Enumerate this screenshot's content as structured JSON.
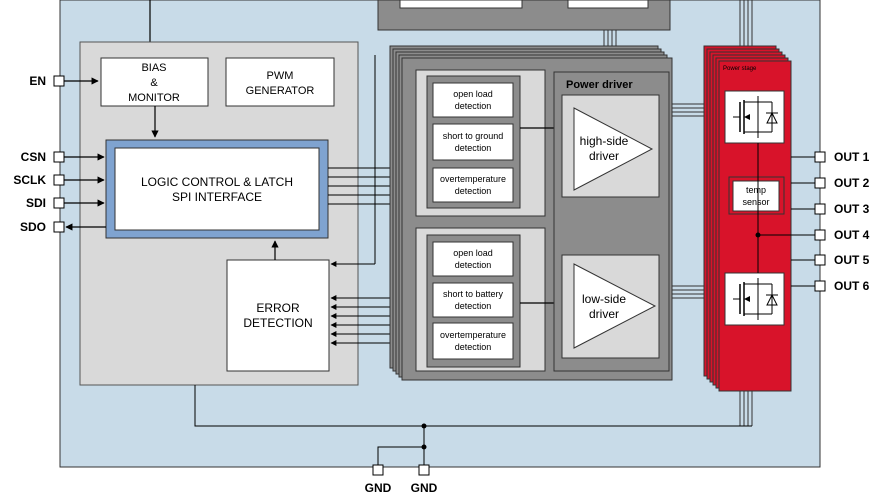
{
  "pins_left": {
    "en": "EN",
    "csn": "CSN",
    "sclk": "SCLK",
    "sdi": "SDI",
    "sdo": "SDO"
  },
  "pins_right": {
    "out1": "OUT 1",
    "out2": "OUT 2",
    "out3": "OUT 3",
    "out4": "OUT 4",
    "out5": "OUT 5",
    "out6": "OUT 6"
  },
  "pins_bottom": {
    "gnd1": "GND",
    "gnd2": "GND"
  },
  "blocks": {
    "bias_line1": "BIAS",
    "bias_line2": "&",
    "bias_line3": "MONITOR",
    "pwm_line1": "PWM",
    "pwm_line2": "GENERATOR",
    "logic_line1": "LOGIC CONTROL & LATCH",
    "logic_line2": "SPI INTERFACE",
    "error_line1": "ERROR",
    "error_line2": "DETECTION"
  },
  "detection_high": {
    "open_load_1": "open load",
    "open_load_2": "detection",
    "short_ground_1": "short to ground",
    "short_ground_2": "detection",
    "overtemp_1": "overtemperature",
    "overtemp_2": "detection"
  },
  "detection_low": {
    "open_load_1": "open load",
    "open_load_2": "detection",
    "short_battery_1": "short to battery",
    "short_battery_2": "detection",
    "overtemp_1": "overtemperature",
    "overtemp_2": "detection"
  },
  "power_driver": {
    "title": "Power driver",
    "high_1": "high-side",
    "high_2": "driver",
    "low_1": "low-side",
    "low_2": "driver"
  },
  "power_stage": {
    "title": "Power stage",
    "temp_1": "temp",
    "temp_2": "sensor"
  },
  "colors": {
    "chip_bg": "#c8dbe8",
    "block_grey": "#d9d9d9",
    "driver_grey": "#8c8c8c",
    "logic_border": "#7fa3d0",
    "power_stage_red": "#d8132a"
  }
}
